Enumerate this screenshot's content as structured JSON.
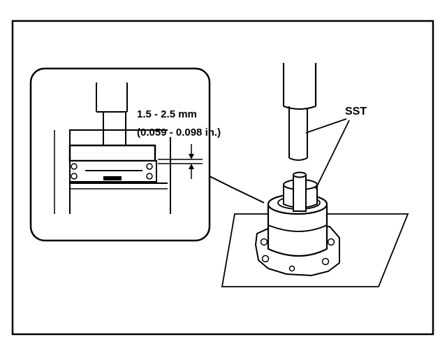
{
  "labels": {
    "dimension_mm": "1.5 - 2.5 mm",
    "dimension_in": "(0.059 - 0.098 in.)",
    "tool": "SST"
  },
  "colors": {
    "ink": "#000000",
    "paper": "#ffffff"
  }
}
